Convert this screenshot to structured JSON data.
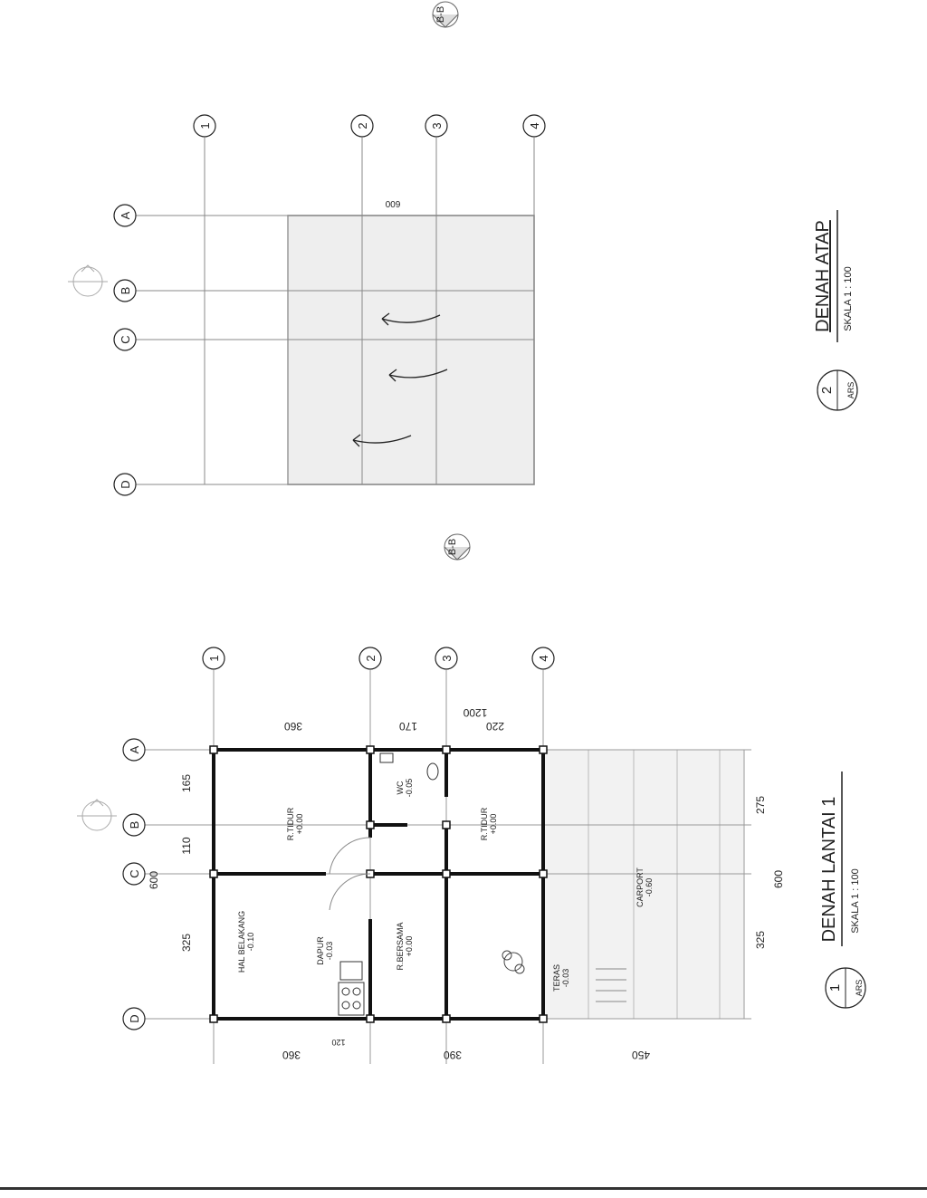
{
  "plan1": {
    "title": "DENAH LANTAI 1",
    "scale": "SKALA 1 : 100",
    "tag_num": "1",
    "tag_code": "ARS",
    "grid_cols": [
      "1",
      "2",
      "3",
      "4"
    ],
    "grid_rows": [
      "A",
      "B",
      "C",
      "D"
    ],
    "dims_top": [
      "360",
      "170",
      "220"
    ],
    "dim_top_total": "1200",
    "dims_bottom": [
      "360",
      "390",
      "450"
    ],
    "dim_bottom_small": "120",
    "dims_left": [
      "165",
      "110",
      "325"
    ],
    "dim_left_total": "600",
    "dims_right": [
      "275",
      "325"
    ],
    "dim_right_total": "600",
    "rooms": [
      {
        "name": "R.TIDUR",
        "level": "+0.00"
      },
      {
        "name": "WC",
        "level": "-0.05"
      },
      {
        "name": "R.TIDUR",
        "level": "+0.00"
      },
      {
        "name": "HAL BELAKANG",
        "level": "-0.10"
      },
      {
        "name": "DAPUR",
        "level": "-0.03"
      },
      {
        "name": "R.BERSAMA",
        "level": "+0.00"
      },
      {
        "name": "TERAS",
        "level": "-0.03"
      },
      {
        "name": "CARPORT",
        "level": "-0.60"
      }
    ]
  },
  "plan2": {
    "title": "DENAH ATAP",
    "scale": "SKALA 1 : 100",
    "tag_num": "2",
    "tag_code": "ARS",
    "grid_cols": [
      "1",
      "2",
      "3",
      "4"
    ],
    "grid_rows": [
      "A",
      "B",
      "C",
      "D"
    ],
    "dim_top": "600"
  },
  "section_label": "B-B"
}
